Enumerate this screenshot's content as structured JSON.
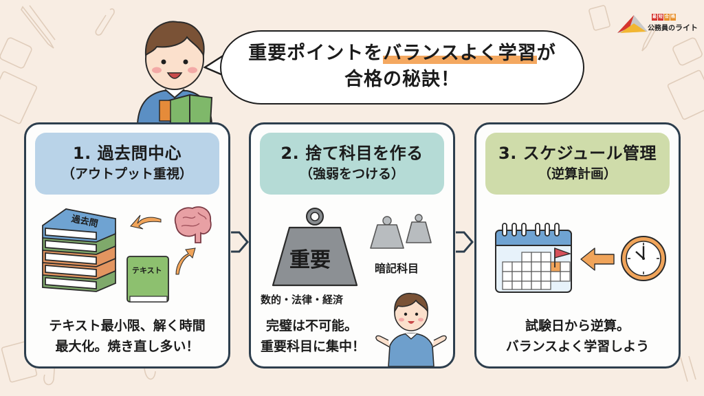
{
  "logo": {
    "tag": [
      "最",
      "短",
      "合",
      "格"
    ],
    "name_prefix": "公務員の",
    "name_main": "ライト"
  },
  "bubble": {
    "line1_pre": "重要ポイントを",
    "line1_highlight": "バランスよく学習",
    "line1_post": "が",
    "line2": "合格の秘訣！"
  },
  "cards": [
    {
      "title": "1. 過去問中心",
      "subtitle": "（アウトプット重視）",
      "header_color": "#b9d3e8",
      "book_stack_label": "過去問",
      "text_book_label": "テキスト",
      "body_line1": "テキスト最小限、解く時間",
      "body_line2": "最大化。焼き直し多い！"
    },
    {
      "title": "2. 捨て科目を作る",
      "subtitle": "（強弱をつける）",
      "header_color": "#b5dbd6",
      "big_weight_label": "重要",
      "big_weight_caption": "数的・法律・経済",
      "small_weight_caption": "暗記科目",
      "body_line1": "完璧は不可能。",
      "body_line2": "重要科目に集中！"
    },
    {
      "title": "3. スケジュール管理",
      "subtitle": "（逆算計画）",
      "header_color": "#cfdcaa",
      "body_line1": "試験日から逆算。",
      "body_line2": "バランスよく学習しよう"
    }
  ],
  "colors": {
    "background": "#f8ede3",
    "card_border": "#2d3e4d",
    "highlight": "#f4a860",
    "arrow_orange": "#f0a45a"
  }
}
